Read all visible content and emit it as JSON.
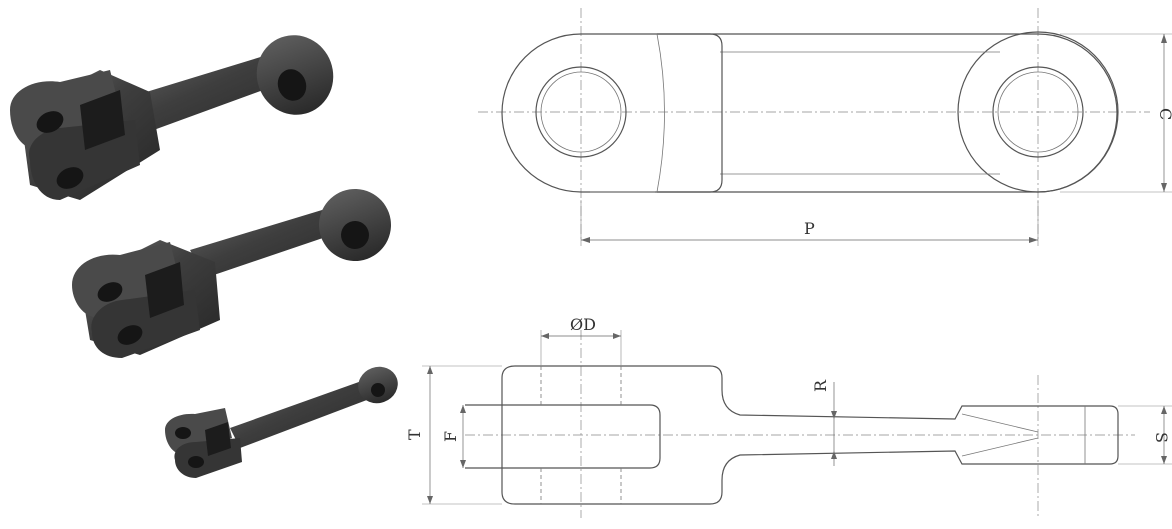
{
  "diagram": {
    "labels": {
      "P": "P",
      "C": "C",
      "D": "ØD",
      "R": "R",
      "T": "T",
      "F": "F",
      "S": "S"
    },
    "colors": {
      "line": "#555555",
      "metal_dark": "#2c2c2c",
      "metal_mid": "#4a4a4a",
      "metal_light": "#7a7a7a",
      "background": "#ffffff"
    },
    "photos": [
      {
        "name": "forged-link-large"
      },
      {
        "name": "forged-link-medium"
      },
      {
        "name": "forged-link-small"
      }
    ]
  }
}
